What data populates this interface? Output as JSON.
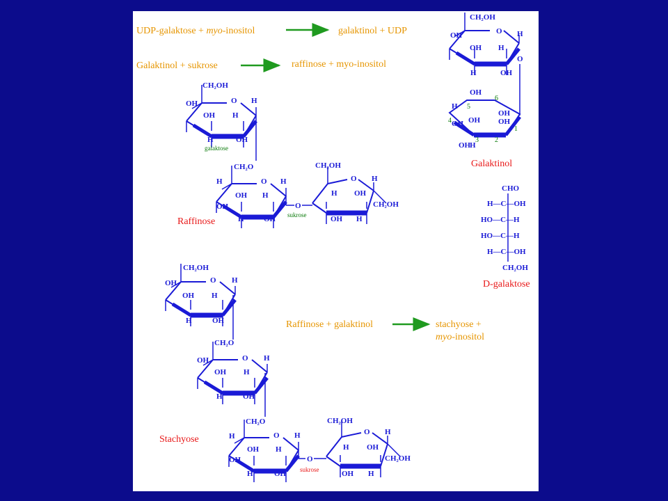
{
  "colors": {
    "slide_background": "#0c0c8c",
    "panel": "#ffffff",
    "reaction_text": "#e69500",
    "name_text": "#e81818",
    "structure": "#1a1ad6",
    "arrow": "#1f9a1f",
    "sublabel": "#0a7a0a"
  },
  "reactions": {
    "r1_left": "UDP-galaktose + ",
    "r1_italic": "myo",
    "r1_left_tail": "-inositol",
    "r1_right": "galaktinol + UDP",
    "r2_left": "Galaktinol + sukrose",
    "r2_right": "raffinose + myo-inositol",
    "r3_left": "Raffinose + galaktinol",
    "r3_right_line1": "stachyose +",
    "r3_right_italic": "myo",
    "r3_right_tail": "-inositol"
  },
  "names": {
    "raffinose": "Raffinose",
    "stachyose": "Stachyose",
    "galaktinol": "Galaktinol",
    "d_galaktose": "D-galaktose"
  },
  "sublabels": {
    "galaktose": "galaktose",
    "sukrose": "sukrose"
  },
  "ring_labels": {
    "ch2oh": "CH₂OH",
    "ch2o": "CH₂O",
    "oh": "OH",
    "h": "H",
    "o": "O",
    "cho": "CHO",
    "h_c_oh": "H—C—OH",
    "ho_c_h": "HO—C—H"
  },
  "inositol_numbers": [
    "1",
    "2",
    "3",
    "4",
    "5",
    "6"
  ]
}
